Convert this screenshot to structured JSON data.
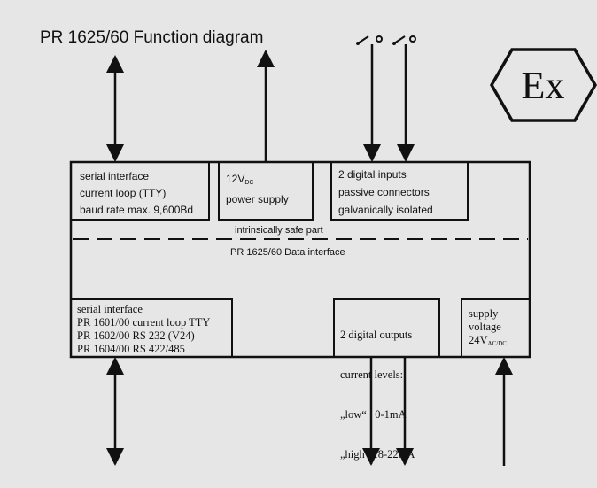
{
  "title": "PR 1625/60 Function diagram",
  "ex_symbol": "Ex",
  "boxes": {
    "serial_top": [
      "serial interface",
      "current loop (TTY)",
      "baud rate max. 9,600Bd"
    ],
    "power": {
      "line1_main": "12V",
      "line1_sub": "DC",
      "line2": "power supply"
    },
    "digital_inputs": [
      "2 digital inputs",
      "passive connectors",
      "galvanically isolated"
    ],
    "serial_bottom": [
      "serial interface",
      "PR 1601/00 current loop TTY",
      "PR 1602/00 RS 232 (V24)",
      "PR 1604/00 RS 422/485"
    ],
    "digital_outputs": [
      "2 digital outputs",
      "current levels:",
      "„low“   0-1mA",
      "„high“ 18-22mA"
    ],
    "supply": {
      "line1": "supply",
      "line2": "voltage",
      "line3_main": "24V",
      "line3_sub": "AC/DC"
    }
  },
  "center_labels": {
    "intrinsically_safe": "intrinsically safe part",
    "data_interface": "PR 1625/60 Data interface"
  }
}
